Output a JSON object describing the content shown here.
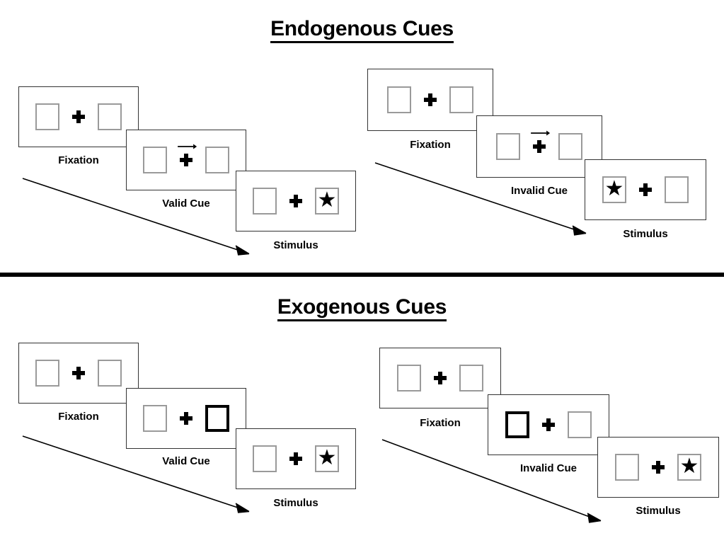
{
  "figure": {
    "title_top": "Endogenous Cues",
    "title_bottom": "Exogenous Cues",
    "divider_color": "#000000",
    "frame_border_color": "#333333",
    "box_border_color": "#9a9a9a",
    "cued_box_border_color": "#000000",
    "star_glyph": "★",
    "arrow_glyph": "→"
  },
  "sections": [
    {
      "id": "endogenous",
      "title": "Endogenous Cues",
      "columns": [
        {
          "id": "endogenous-valid",
          "frames": [
            {
              "caption": "Fixation",
              "cue": "none",
              "left_content": "empty",
              "right_content": "empty"
            },
            {
              "caption": "Valid Cue",
              "cue": "arrow-right",
              "left_content": "empty",
              "right_content": "empty"
            },
            {
              "caption": "Stimulus",
              "cue": "none",
              "left_content": "empty",
              "right_content": "star"
            }
          ]
        },
        {
          "id": "endogenous-invalid",
          "frames": [
            {
              "caption": "Fixation",
              "cue": "none",
              "left_content": "empty",
              "right_content": "empty"
            },
            {
              "caption": "Invalid Cue",
              "cue": "arrow-right",
              "left_content": "empty",
              "right_content": "empty"
            },
            {
              "caption": "Stimulus",
              "cue": "none",
              "left_content": "star",
              "right_content": "empty"
            }
          ]
        }
      ]
    },
    {
      "id": "exogenous",
      "title": "Exogenous Cues",
      "columns": [
        {
          "id": "exogenous-valid",
          "frames": [
            {
              "caption": "Fixation",
              "cue": "none",
              "left_content": "empty",
              "right_content": "empty"
            },
            {
              "caption": "Valid Cue",
              "cue": "box-flash-right",
              "left_content": "empty",
              "right_content": "empty"
            },
            {
              "caption": "Stimulus",
              "cue": "none",
              "left_content": "empty",
              "right_content": "star"
            }
          ]
        },
        {
          "id": "exogenous-invalid",
          "frames": [
            {
              "caption": "Fixation",
              "cue": "none",
              "left_content": "empty",
              "right_content": "empty"
            },
            {
              "caption": "Invalid Cue",
              "cue": "box-flash-left",
              "left_content": "empty",
              "right_content": "empty"
            },
            {
              "caption": "Stimulus",
              "cue": "none",
              "left_content": "empty",
              "right_content": "star"
            }
          ]
        }
      ]
    }
  ],
  "labels": {
    "fixation": "Fixation",
    "valid_cue": "Valid Cue",
    "invalid_cue": "Invalid Cue",
    "stimulus": "Stimulus"
  }
}
